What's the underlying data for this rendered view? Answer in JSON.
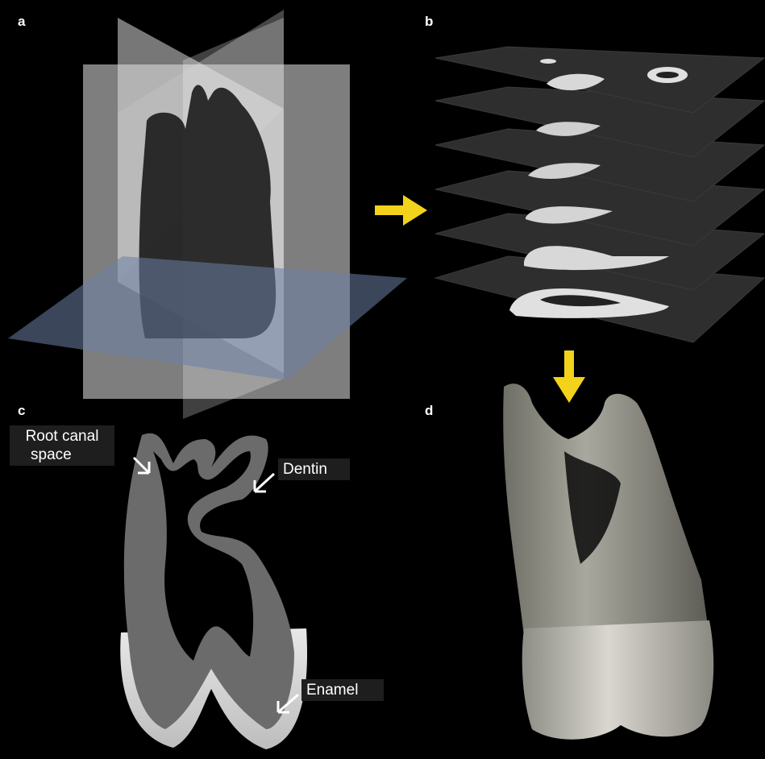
{
  "panels": {
    "a": "a",
    "b": "b",
    "c": "c",
    "d": "d"
  },
  "labels": {
    "root_canal_line1": "Root canal",
    "root_canal_line2": "space",
    "dentin": "Dentin",
    "enamel": "Enamel"
  },
  "colors": {
    "arrow": "#f2d21b",
    "background": "#000000",
    "plane_blue": "#6b7fa6"
  }
}
